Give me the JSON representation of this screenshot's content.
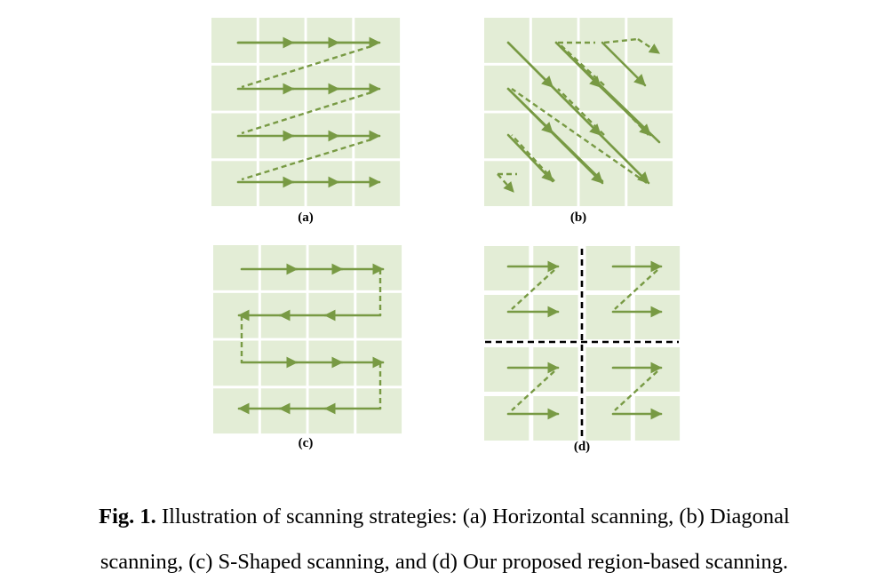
{
  "panels": [
    {
      "id": "a",
      "label": "(a)",
      "strategy": "Horizontal scanning"
    },
    {
      "id": "b",
      "label": "(b)",
      "strategy": "Diagonal scanning"
    },
    {
      "id": "c",
      "label": "(c)",
      "strategy": "S-Shaped scanning"
    },
    {
      "id": "d",
      "label": "(d)",
      "strategy": "Our proposed region-based scanning"
    }
  ],
  "grid": {
    "rows": 4,
    "cols": 4
  },
  "colors": {
    "cell": "#e3edd6",
    "arrow": "#789a44",
    "divider": "#000000"
  },
  "caption": {
    "lead": "Fig. 1.",
    "line1": " Illustration of scanning strategies: (a) Horizontal scanning, (b) Diagonal",
    "line2": "scanning, (c) S-Shaped scanning, and (d) Our proposed region-based scanning."
  }
}
